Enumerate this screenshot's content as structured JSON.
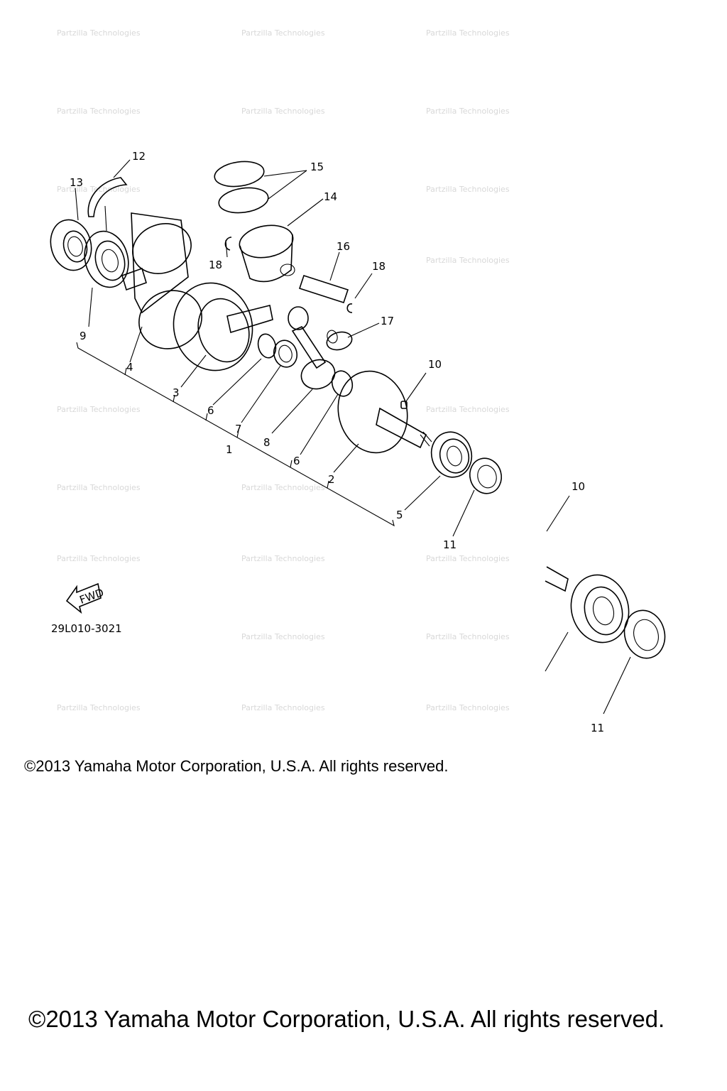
{
  "diagram": {
    "callouts": [
      "1",
      "2",
      "3",
      "4",
      "5",
      "6",
      "6",
      "7",
      "8",
      "9",
      "10",
      "10",
      "11",
      "11",
      "12",
      "13",
      "14",
      "15",
      "16",
      "17",
      "18",
      "18"
    ],
    "fwd_label": "FWD",
    "ref_code": "29L010-3021"
  },
  "footer": {
    "copyright_small": "©2013 Yamaha Motor Corporation, U.S.A. All rights reserved.",
    "copyright_large": "©2013 Yamaha Motor Corporation, U.S.A. All rights reserved."
  }
}
